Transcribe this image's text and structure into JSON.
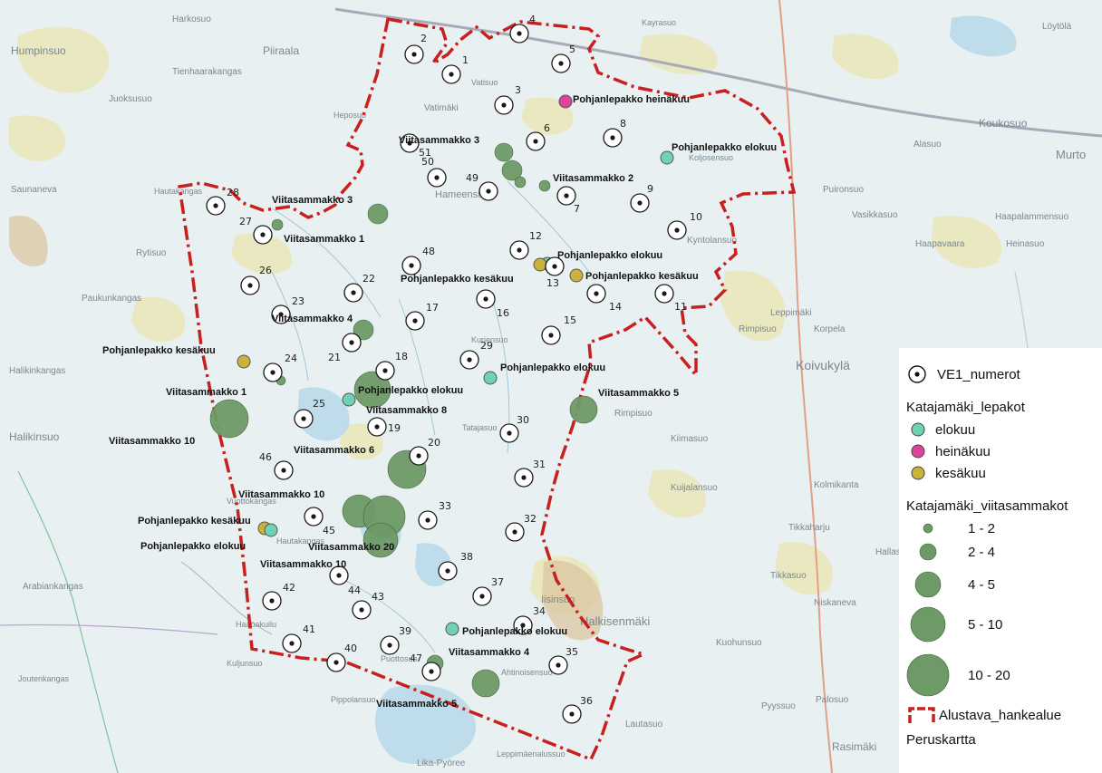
{
  "colors": {
    "boundary": "#c8201e",
    "elokuu": "#6fd3b3",
    "heinakuu": "#e0439a",
    "kesakuu": "#c9b33a",
    "viitasammakko": "#6e9a67",
    "symbol_stroke": "#3e5e3a",
    "map_bg": "#dde9ef",
    "map_land": "#e9f0f2",
    "water": "#b7d8ea",
    "field": "#e8e5b0",
    "bog": "#d9c7a0"
  },
  "place_names": [
    {
      "text": "Harkosuo"
    },
    {
      "text": "Humpinsuo"
    },
    {
      "text": "Piiraala"
    },
    {
      "text": "Tienhaarakangas"
    },
    {
      "text": "Juoksusuo"
    },
    {
      "text": "Heposuo"
    },
    {
      "text": "Vatimäki"
    },
    {
      "text": "Vatisuo"
    },
    {
      "text": "Saunaneva"
    },
    {
      "text": "Hautakangas"
    },
    {
      "text": "Hameensuo"
    },
    {
      "text": "Rytisuo"
    },
    {
      "text": "Paukunkangas"
    },
    {
      "text": "Halikinkangas"
    },
    {
      "text": "Halikinsuo"
    },
    {
      "text": "Vuottokangas"
    },
    {
      "text": "Hautakangas"
    },
    {
      "text": "Arabiankangas"
    },
    {
      "text": "Haapakuilu"
    },
    {
      "text": "Kuljunsuo"
    },
    {
      "text": "Joutenkangas"
    },
    {
      "text": "Pippolansuo"
    },
    {
      "text": "Lika-Pyöree"
    },
    {
      "text": "Leppimäenalussuo"
    },
    {
      "text": "Lautasuo"
    },
    {
      "text": "Pyyssuo"
    },
    {
      "text": "Rasimäki"
    },
    {
      "text": "Palosuo"
    },
    {
      "text": "Kuohunsuo"
    },
    {
      "text": "Niskaneva"
    },
    {
      "text": "Tikkasuo"
    },
    {
      "text": "Hallasuo"
    },
    {
      "text": "Tikkaharju"
    },
    {
      "text": "Kolmikanta"
    },
    {
      "text": "Kiimasuo"
    },
    {
      "text": "Kuijalansuo"
    },
    {
      "text": "Koivukylä"
    },
    {
      "text": "Rimpisuo"
    },
    {
      "text": "Rimpisuo"
    },
    {
      "text": "Korpela"
    },
    {
      "text": "Leppimäki"
    },
    {
      "text": "Heinasuo"
    },
    {
      "text": "Haapalammensuo"
    },
    {
      "text": "Haapavaara"
    },
    {
      "text": "Vasikkasuo"
    },
    {
      "text": "Puironsuo"
    },
    {
      "text": "Kyntolansuo"
    },
    {
      "text": "Alasuo"
    },
    {
      "text": "Koljosensuo"
    },
    {
      "text": "Koukosuo"
    },
    {
      "text": "Murto"
    },
    {
      "text": "Löytölä"
    },
    {
      "text": "Kayrasuo"
    },
    {
      "text": "Iisinsuo"
    },
    {
      "text": "Halkisenmäki"
    },
    {
      "text": "Ahtinoisensuo"
    },
    {
      "text": "Tatajasuo"
    },
    {
      "text": "Kurjensuo"
    },
    {
      "text": "Puottosuo"
    }
  ],
  "points": [
    {
      "n": "1"
    },
    {
      "n": "2"
    },
    {
      "n": "3"
    },
    {
      "n": "4"
    },
    {
      "n": "5"
    },
    {
      "n": "6"
    },
    {
      "n": "7"
    },
    {
      "n": "8"
    },
    {
      "n": "9"
    },
    {
      "n": "10"
    },
    {
      "n": "11"
    },
    {
      "n": "12"
    },
    {
      "n": "13"
    },
    {
      "n": "14"
    },
    {
      "n": "15"
    },
    {
      "n": "16"
    },
    {
      "n": "17"
    },
    {
      "n": "18"
    },
    {
      "n": "19"
    },
    {
      "n": "20"
    },
    {
      "n": "21"
    },
    {
      "n": "22"
    },
    {
      "n": "23"
    },
    {
      "n": "24"
    },
    {
      "n": "25"
    },
    {
      "n": "26"
    },
    {
      "n": "27"
    },
    {
      "n": "28"
    },
    {
      "n": "29"
    },
    {
      "n": "30"
    },
    {
      "n": "31"
    },
    {
      "n": "32"
    },
    {
      "n": "33"
    },
    {
      "n": "34"
    },
    {
      "n": "35"
    },
    {
      "n": "36"
    },
    {
      "n": "37"
    },
    {
      "n": "38"
    },
    {
      "n": "39"
    },
    {
      "n": "40"
    },
    {
      "n": "41"
    },
    {
      "n": "42"
    },
    {
      "n": "43"
    },
    {
      "n": "44"
    },
    {
      "n": "45"
    },
    {
      "n": "46"
    },
    {
      "n": "47"
    },
    {
      "n": "48"
    },
    {
      "n": "49"
    },
    {
      "n": "50"
    },
    {
      "n": "51"
    }
  ],
  "bat_sites": [
    {
      "month": "heinakuu",
      "label": "Pohjanlepakko heinäkuu"
    },
    {
      "month": "elokuu",
      "label": "Pohjanlepakko elokuu"
    },
    {
      "month": "elokuu",
      "label": "Pohjanlepakko elokuu"
    },
    {
      "month": "kesakuu",
      "label": ""
    },
    {
      "month": "kesakuu",
      "label": "Pohjanlepakko kesäkuu"
    },
    {
      "month": "kesakuu",
      "label": "Pohjanlepakko kesäkuu"
    },
    {
      "month": "kesakuu",
      "label": "Pohjanlepakko kesäkuu"
    },
    {
      "month": "elokuu",
      "label": "Pohjanlepakko elokuu"
    },
    {
      "month": "elokuu",
      "label": "Pohjanlepakko elokuu"
    },
    {
      "month": "kesakuu",
      "label": "Pohjanlepakko kesäkuu"
    },
    {
      "month": "elokuu",
      "label": "Pohjanlepakko elokuu"
    },
    {
      "month": "elokuu",
      "label": "Pohjanlepakko elokuu"
    }
  ],
  "frog_sites": [
    {
      "cls": 2,
      "label": "Viitasammakko 3"
    },
    {
      "cls": 2,
      "label": "Viitasammakko 3"
    },
    {
      "cls": 1,
      "label": ""
    },
    {
      "cls": 1,
      "label": "Viitasammakko 2"
    },
    {
      "cls": 3,
      "label": "Viitasammakko 3"
    },
    {
      "cls": 1,
      "label": "Viitasammakko 1"
    },
    {
      "cls": 2,
      "label": "Viitasammakko 4"
    },
    {
      "cls": 1,
      "label": "Viitasammakko 1"
    },
    {
      "cls": 5,
      "label": "Viitasammakko 8"
    },
    {
      "cls": 5,
      "label": "Viitasammakko 10"
    },
    {
      "cls": 3,
      "label": "Viitasammakko 5"
    },
    {
      "cls": 5,
      "label": "Viitasammakko 6"
    },
    {
      "cls": 5,
      "label": "Viitasammakko 10"
    },
    {
      "cls": 5,
      "label": "Viitasammakko 20"
    },
    {
      "cls": 5,
      "label": "Viitasammakko 10"
    },
    {
      "cls": 2,
      "label": "Viitasammakko 4"
    },
    {
      "cls": 3,
      "label": "Viitasammakko 5"
    }
  ],
  "legend": {
    "points_title": "VE1_numerot",
    "bats_title": "Katajamäki_lepakot",
    "bats_items": [
      "elokuu",
      "heinäkuu",
      "kesäkuu"
    ],
    "frogs_title": "Katajamäki_viitasammakot",
    "frogs_items": [
      "1 - 2",
      "2 - 4",
      "4 - 5",
      "5 - 10",
      "10 - 20"
    ],
    "boundary_label": "Alustava_hankealue",
    "basemap_label": "Peruskartta"
  }
}
